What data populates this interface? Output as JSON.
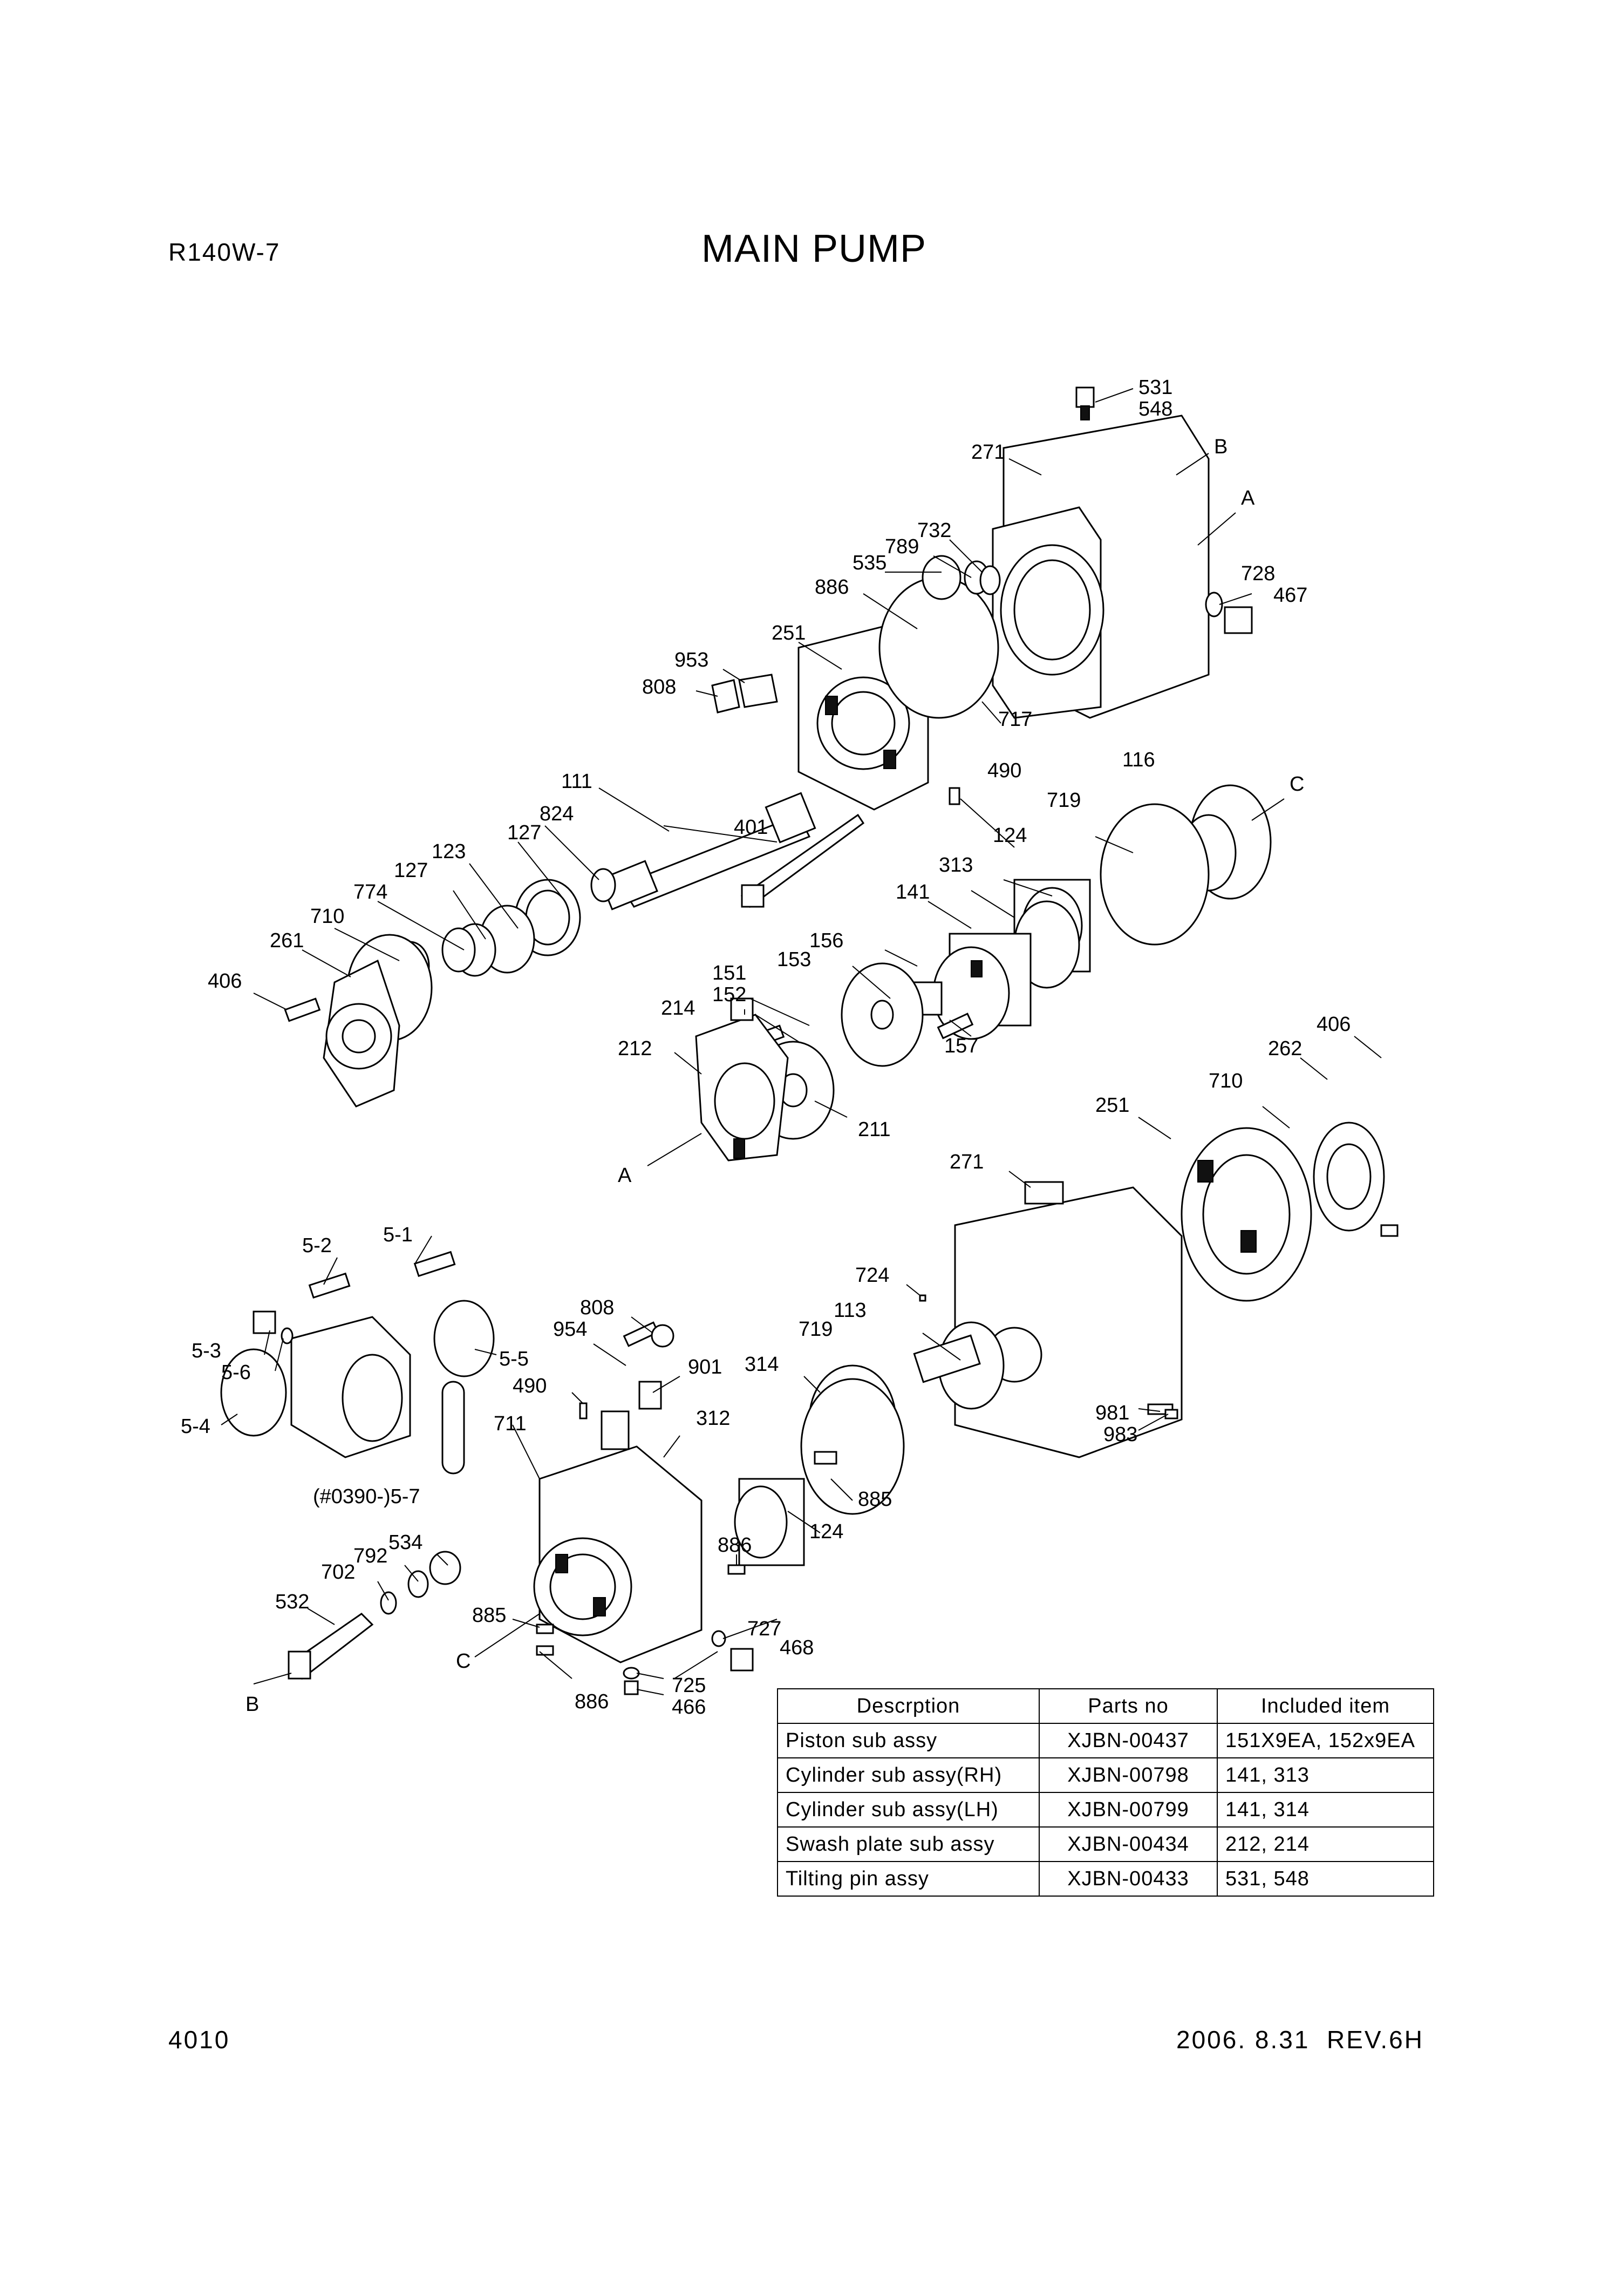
{
  "header": {
    "model": "R140W-7",
    "title": "MAIN PUMP"
  },
  "footer": {
    "page_number": "4010",
    "revision": "2006. 8.31  REV.6H"
  },
  "callouts": [
    "531",
    "548",
    "271",
    "B",
    "A",
    "732",
    "789",
    "535",
    "728",
    "467",
    "886",
    "251",
    "717",
    "953",
    "808",
    "111",
    "490",
    "116",
    "C",
    "719",
    "824",
    "127",
    "123",
    "401",
    "124",
    "127",
    "774",
    "313",
    "710",
    "141",
    "261",
    "156",
    "406",
    "153",
    "151",
    "152",
    "157",
    "214",
    "406",
    "212",
    "262",
    "710",
    "211",
    "251",
    "A",
    "271",
    "5-1",
    "5-2",
    "724",
    "808",
    "113",
    "954",
    "901",
    "5-3",
    "5-6",
    "5-5",
    "719",
    "314",
    "490",
    "312",
    "981",
    "983",
    "5-4",
    "711",
    "885",
    "(#0390-)5-7",
    "124",
    "534",
    "792",
    "702",
    "886",
    "532",
    "885",
    "727",
    "468",
    "C",
    "725",
    "886",
    "466",
    "B"
  ],
  "parts_table": {
    "headers": [
      "Descrption",
      "Parts no",
      "Included item"
    ],
    "rows": [
      [
        "Piston sub assy",
        "XJBN-00437",
        "151X9EA, 152x9EA"
      ],
      [
        "Cylinder sub assy(RH)",
        "XJBN-00798",
        "141, 313"
      ],
      [
        "Cylinder sub assy(LH)",
        "XJBN-00799",
        "141, 314"
      ],
      [
        "Swash plate sub assy",
        "XJBN-00434",
        "212, 214"
      ],
      [
        "Tilting pin assy",
        "XJBN-00433",
        "531, 548"
      ]
    ]
  }
}
